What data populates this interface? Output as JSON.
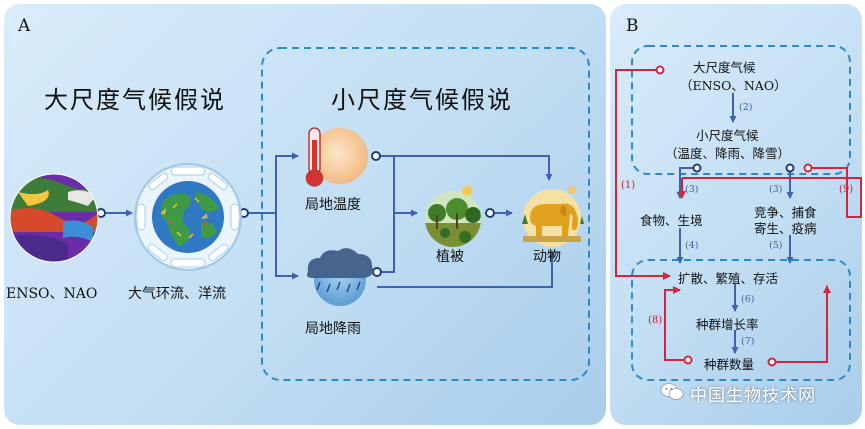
{
  "panel_a": {
    "letter": "A",
    "large_scale_title": "大尺度气候假说",
    "small_scale_title": "小尺度气候假说",
    "labels": {
      "enso_nao": "ENSO、NAO",
      "circulation": "大气环流、洋流",
      "local_temperature": "局地温度",
      "local_rainfall": "局地降雨",
      "vegetation": "植被",
      "animals": "动物"
    }
  },
  "panel_b": {
    "letter": "B",
    "large_climate_line1": "大尺度气候",
    "large_climate_line2": "（ENSO、NAO）",
    "small_climate_line1": "小尺度气候",
    "small_climate_line2": "（温度、降雨、降雪）",
    "food_habitat": "食物、生境",
    "competition_line1": "竞争、捕食",
    "competition_line2": "寄生、疫病",
    "dispersal": "扩散、繁殖、存活",
    "growth_rate": "种群增长率",
    "population_size": "种群数量",
    "path_labels": [
      "(1)",
      "(2)",
      "(3)",
      "(3)",
      "(4)",
      "(5)",
      "(6)",
      "(7)",
      "(8)",
      "(9)"
    ]
  },
  "watermark": "中国生物技术网",
  "colors": {
    "arrow_blue": "#3e62ad",
    "dashed_blue": "#2c8ac6",
    "red": "#d2263f"
  }
}
